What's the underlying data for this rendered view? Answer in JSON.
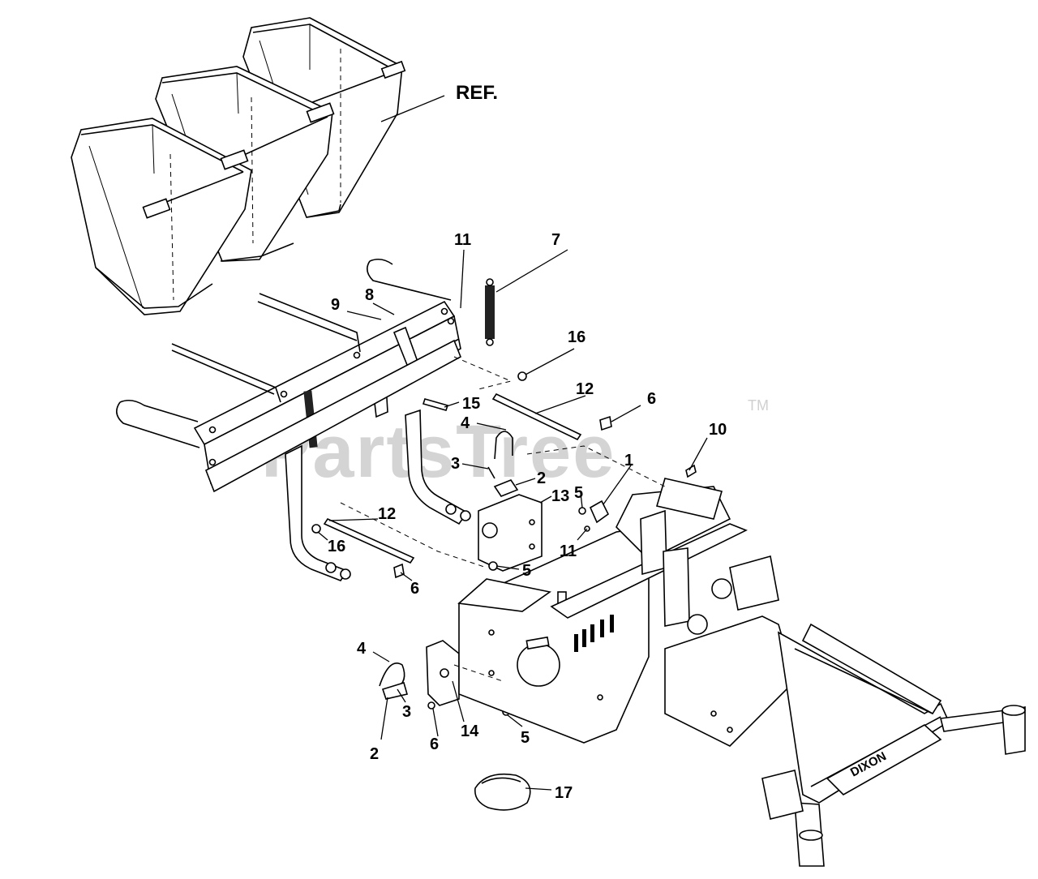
{
  "watermark": {
    "text": "PartsTree",
    "trademark": "TM"
  },
  "brand_plate": "DIXON",
  "reference_label": "REF.",
  "callouts": [
    {
      "id": "c1",
      "label": "1"
    },
    {
      "id": "c2a",
      "label": "2"
    },
    {
      "id": "c2b",
      "label": "2"
    },
    {
      "id": "c3a",
      "label": "3"
    },
    {
      "id": "c3b",
      "label": "3"
    },
    {
      "id": "c4a",
      "label": "4"
    },
    {
      "id": "c4b",
      "label": "4"
    },
    {
      "id": "c5a",
      "label": "5"
    },
    {
      "id": "c5b",
      "label": "5"
    },
    {
      "id": "c5c",
      "label": "5"
    },
    {
      "id": "c6a",
      "label": "6"
    },
    {
      "id": "c6b",
      "label": "6"
    },
    {
      "id": "c6c",
      "label": "6"
    },
    {
      "id": "c7",
      "label": "7"
    },
    {
      "id": "c8",
      "label": "8"
    },
    {
      "id": "c9",
      "label": "9"
    },
    {
      "id": "c10",
      "label": "10"
    },
    {
      "id": "c11a",
      "label": "11"
    },
    {
      "id": "c11b",
      "label": "11"
    },
    {
      "id": "c12a",
      "label": "12"
    },
    {
      "id": "c12b",
      "label": "12"
    },
    {
      "id": "c13",
      "label": "13"
    },
    {
      "id": "c14",
      "label": "14"
    },
    {
      "id": "c15",
      "label": "15"
    },
    {
      "id": "c16a",
      "label": "16"
    },
    {
      "id": "c16b",
      "label": "16"
    },
    {
      "id": "c17",
      "label": "17"
    }
  ]
}
